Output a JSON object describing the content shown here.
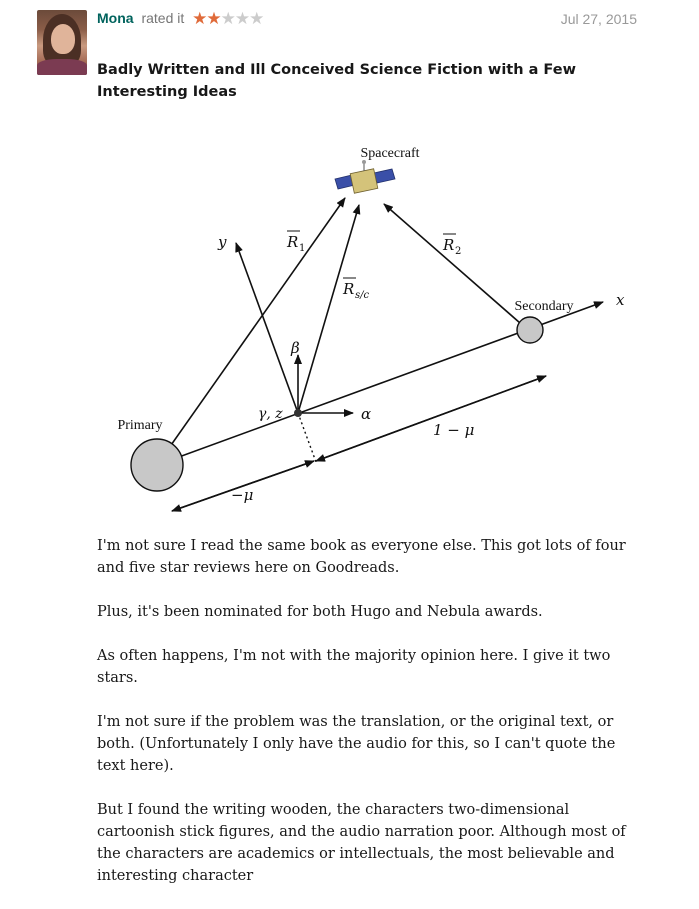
{
  "review": {
    "reviewer_name": "Mona",
    "rated_text": "rated it",
    "rating": 2,
    "max_rating": 5,
    "date": "Jul 27, 2015",
    "title": "Badly Written and Ill Conceived Science Fiction with a Few Interesting Ideas"
  },
  "diagram": {
    "labels": {
      "spacecraft": "Spacecraft",
      "primary": "Primary",
      "secondary": "Secondary",
      "x_axis": "x",
      "y_axis": "y",
      "r1": "R",
      "r1_sub": "1",
      "r2": "R",
      "r2_sub": "2",
      "rsc": "R",
      "rsc_sub": "s/c",
      "beta": "β",
      "alpha": "α",
      "gamma_z": "γ, z",
      "one_minus_mu": "1 − μ",
      "minus_mu": "−μ"
    }
  },
  "paragraphs": [
    "I'm not sure I read the same book as everyone else. This got lots of four and five star reviews here on Goodreads.",
    "Plus, it's been nominated for both Hugo and Nebula awards.",
    "As often happens, I'm not with the majority opinion here. I give it two stars.",
    "I'm not sure if the problem was the translation, or the original text, or both. (Unfortunately I only have the audio for this, so I can't quote the text here).",
    "But I found the writing wooden, the characters two-dimensional cartoonish stick figures, and the audio narration poor. Although most of the characters are academics or intellectuals, the most believable and interesting character"
  ],
  "colors": {
    "reviewer_link": "#00635d",
    "star_filled": "#e06b3a",
    "star_empty": "#cccccc",
    "date": "#999999"
  }
}
